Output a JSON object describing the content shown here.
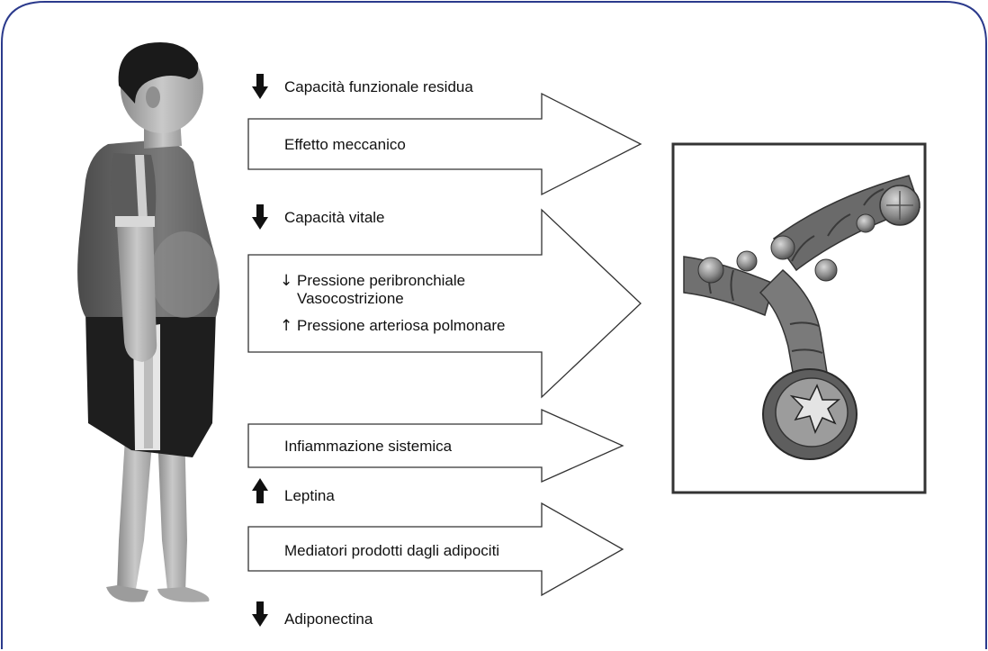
{
  "colors": {
    "frame": "#2b3a8c",
    "arrow_stroke": "#333333",
    "text": "#111111",
    "indicator": "#111111"
  },
  "labels": {
    "frc": "Capacità funzionale residua",
    "effetto": "Effetto meccanico",
    "cap_vitale": "Capacità vitale",
    "press_peri": "Pressione peribronchiale",
    "vaso": "Vasocostrizione",
    "press_art": "Pressione arteriosa polmonare",
    "infiammazione": "Infiammazione sistemica",
    "leptina": "Leptina",
    "mediatori": "Mediatori prodotti dagli adipociti",
    "adiponectina": "Adiponectina",
    "down_glyph": "↓",
    "up_glyph": "↑"
  },
  "indicators": {
    "frc": "decrease",
    "cap_vitale": "decrease",
    "leptina": "increase",
    "adiponectina": "decrease",
    "press_peri": "decrease",
    "press_art": "increase"
  },
  "figures": {
    "child": "child-figure",
    "bronchus": "bronchus-illustration"
  }
}
